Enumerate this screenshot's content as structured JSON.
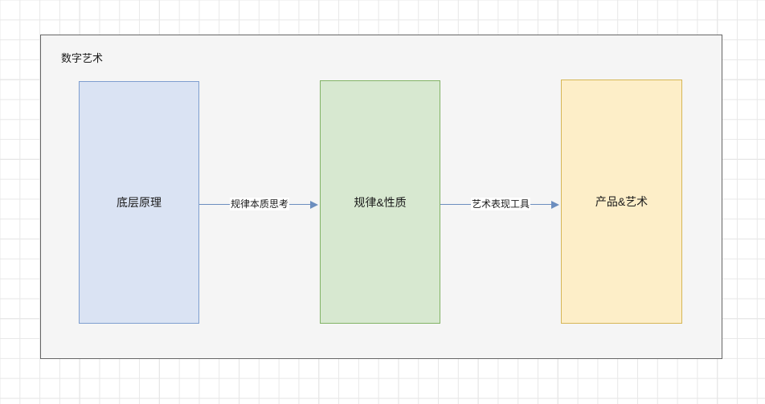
{
  "canvas": {
    "background": "#ffffff",
    "grid_minor_color": "#e8e8e8",
    "grid_major_color": "#d0d0d0"
  },
  "group": {
    "title": "数字艺术",
    "fill": "#f5f5f5",
    "stroke": "#666666"
  },
  "nodes": [
    {
      "id": "foundation",
      "label": "底层原理",
      "fill": "#dae3f3",
      "stroke": "#7e9ecf"
    },
    {
      "id": "laws",
      "label": "规律&性质",
      "fill": "#d7e8d0",
      "stroke": "#82b366"
    },
    {
      "id": "product",
      "label": "产品&艺术",
      "fill": "#fdeec8",
      "stroke": "#d6b656"
    }
  ],
  "edges": [
    {
      "id": "edge-1",
      "label": "规律本质思考",
      "from": "foundation",
      "to": "laws",
      "color": "#6c8ebf"
    },
    {
      "id": "edge-2",
      "label": "艺术表现工具",
      "from": "laws",
      "to": "product",
      "color": "#6c8ebf"
    }
  ]
}
